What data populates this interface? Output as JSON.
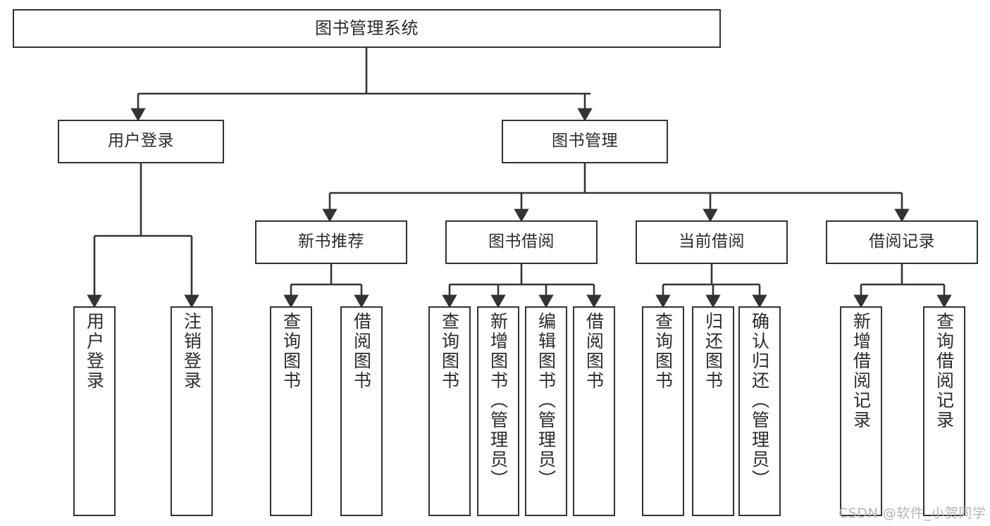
{
  "diagram": {
    "title": "图书管理系统",
    "type": "tree-hierarchy-chart",
    "orientation": "top-down",
    "colors": {
      "box_border": "#333333",
      "box_fill": "#ffffff",
      "edge": "#333333",
      "text": "#2b2b2b",
      "watermark": "#b4b4b4",
      "background": "#ffffff"
    }
  },
  "nodes": {
    "root": {
      "label": "图书管理系统"
    },
    "level2": [
      {
        "label": "用户登录"
      },
      {
        "label": "图书管理"
      }
    ],
    "level3": [
      {
        "label": "新书推荐"
      },
      {
        "label": "图书借阅"
      },
      {
        "label": "当前借阅"
      },
      {
        "label": "借阅记录"
      }
    ],
    "leaves": {
      "user_login": [
        {
          "label": "用户登录"
        },
        {
          "label": "注销登录"
        }
      ],
      "new_book_recommend": [
        {
          "label": "查询图书"
        },
        {
          "label": "借阅图书"
        }
      ],
      "book_borrow": [
        {
          "label": "查询图书"
        },
        {
          "label": "新增图书（管理员）"
        },
        {
          "label": "编辑图书（管理员）"
        },
        {
          "label": "借阅图书"
        }
      ],
      "current_borrow": [
        {
          "label": "查询图书"
        },
        {
          "label": "归还图书"
        },
        {
          "label": "确认归还（管理员）"
        }
      ],
      "borrow_record": [
        {
          "label": "新增借阅记录"
        },
        {
          "label": "查询借阅记录"
        }
      ]
    }
  },
  "watermark": {
    "text": "CSDN @软件_小贺同学"
  }
}
